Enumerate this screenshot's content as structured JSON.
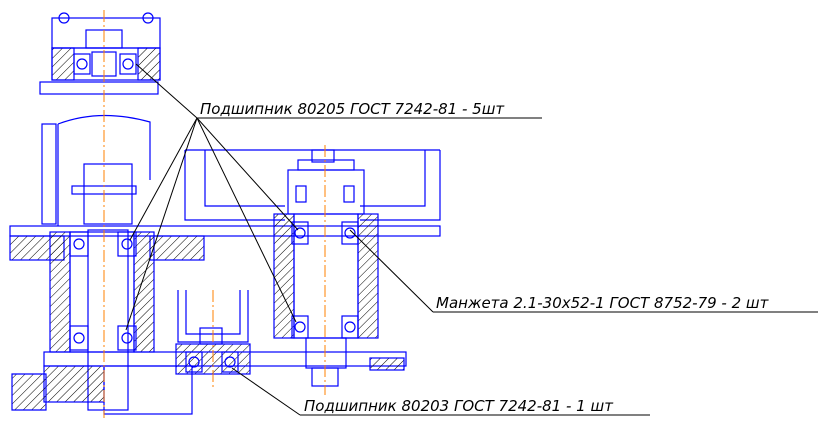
{
  "callouts": {
    "bearing_80205": "Подшипник 80205 ГОСТ 7242-81 - 5шт",
    "seal_cuff": "Манжета 2.1-30х52-1 ГОСТ 8752-79 - 2 шт",
    "bearing_80203": "Подшипник 80203 ГОСТ 7242-81 - 1 шт"
  },
  "colors": {
    "outline": "#0000ff",
    "axis": "#ff8000",
    "leader": "#000000",
    "hatch": "#000000"
  }
}
